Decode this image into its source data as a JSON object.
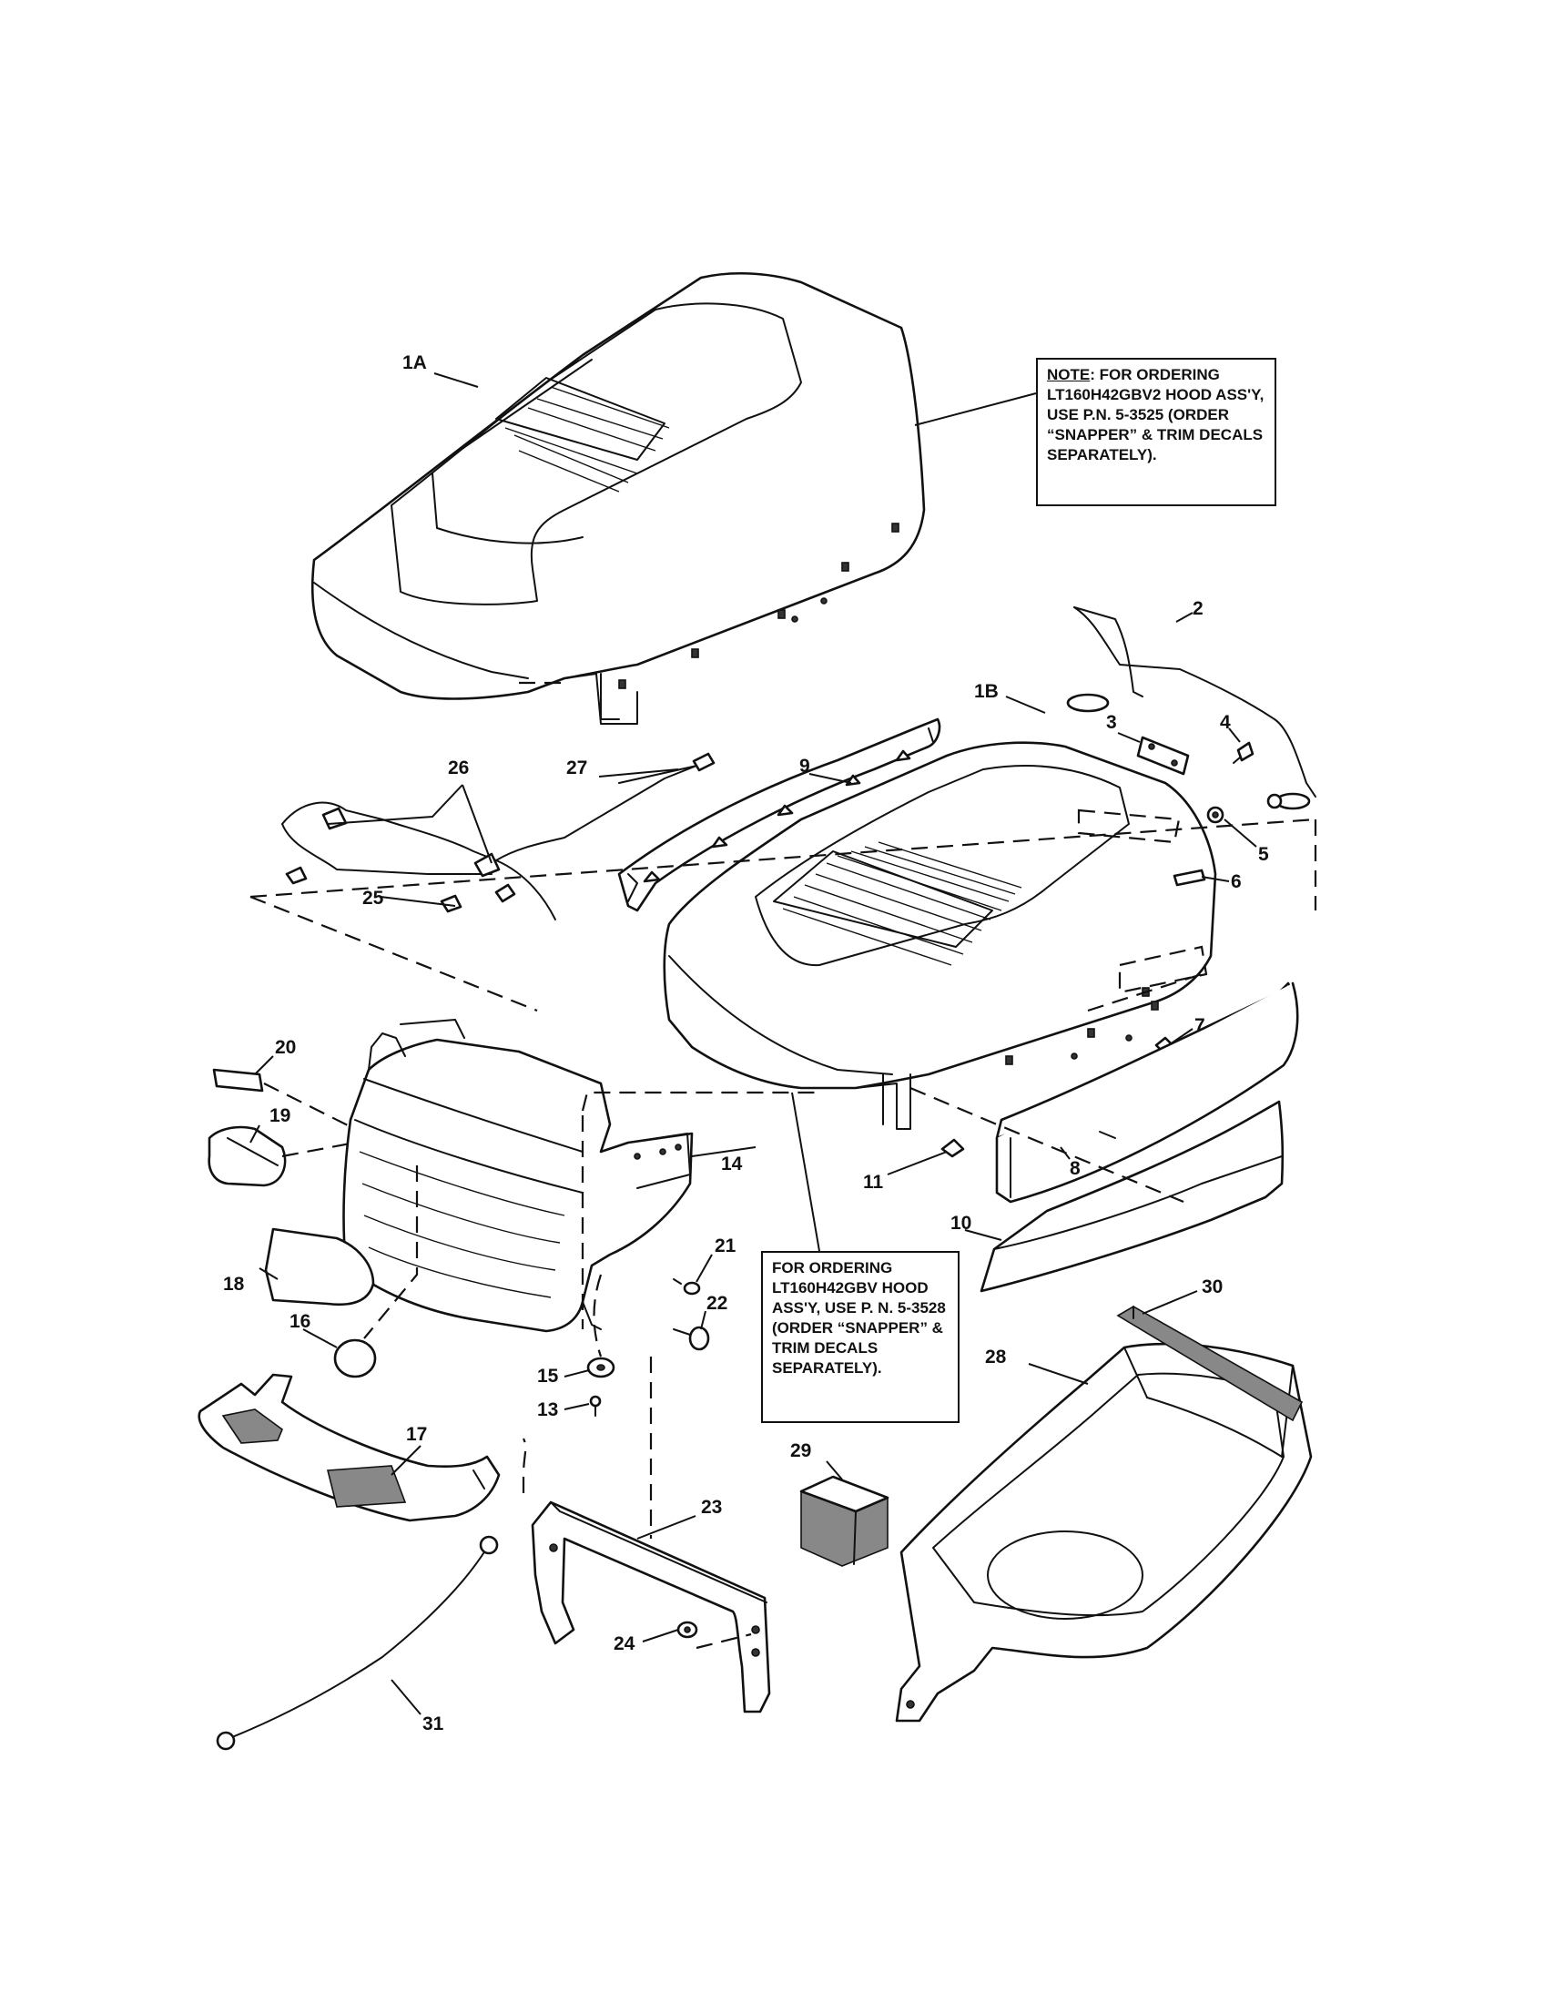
{
  "callouts": {
    "c1A": "1A",
    "c1B": "1B",
    "c2": "2",
    "c3": "3",
    "c4": "4",
    "c5": "5",
    "c6": "6",
    "c7": "7",
    "c8": "8",
    "c9": "9",
    "c10": "10",
    "c11": "11",
    "c13": "13",
    "c14": "14",
    "c15": "15",
    "c16": "16",
    "c17": "17",
    "c18": "18",
    "c19": "19",
    "c20": "20",
    "c21": "21",
    "c22": "22",
    "c23": "23",
    "c24": "24",
    "c25": "25",
    "c26": "26",
    "c27": "27",
    "c28": "28",
    "c29": "29",
    "c30": "30",
    "c31": "31"
  },
  "notes": {
    "top": {
      "label": "NOTE",
      "text": ": FOR ORDERING LT160H42GBV2 HOOD ASS'Y, USE P.N. 5-3525 (ORDER “SNAPPER” & TRIM DECALS SEPARATELY)."
    },
    "bottom": {
      "text": "FOR ORDERING LT160H42GBV HOOD ASS'Y, USE P. N. 5-3528 (ORDER “SNAPPER” & TRIM DECALS SEPARATELY)."
    }
  }
}
